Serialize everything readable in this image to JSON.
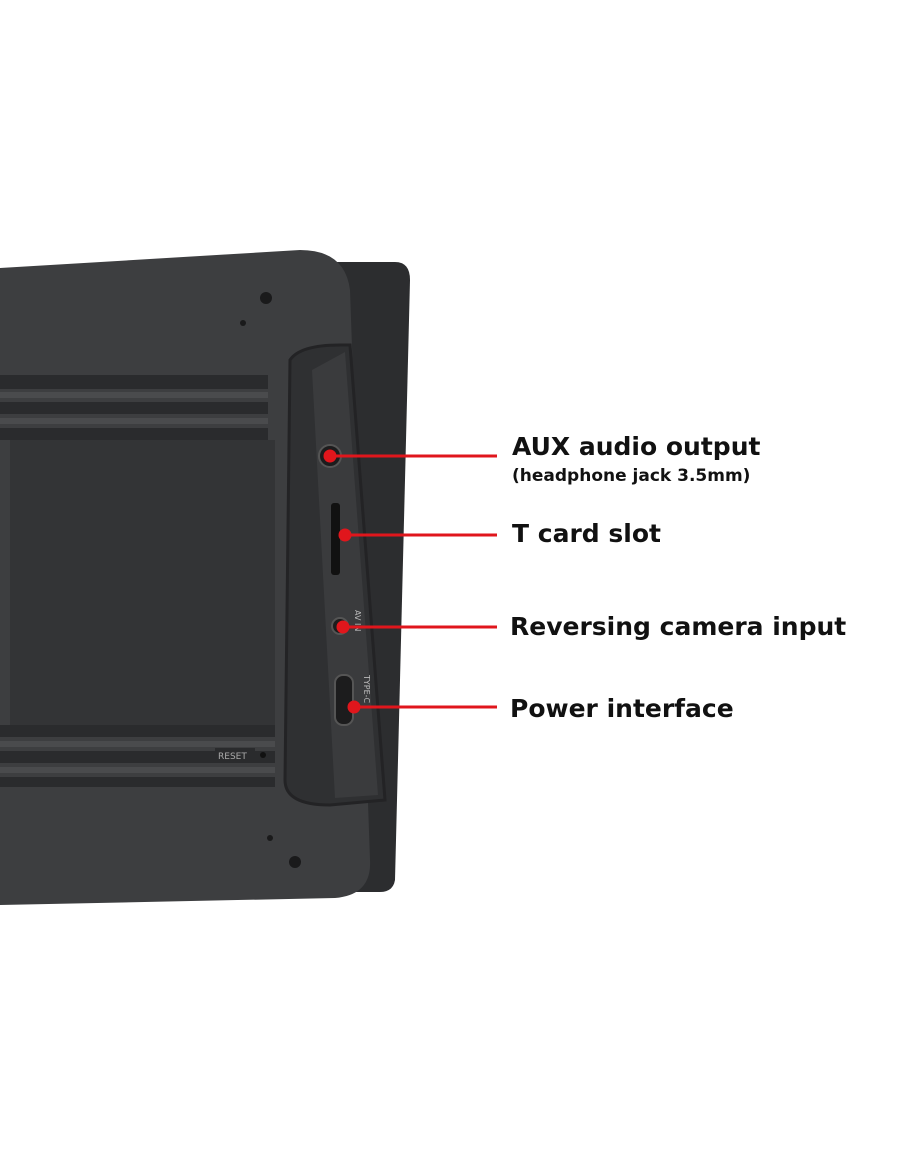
{
  "callouts": [
    {
      "title": "AUX audio output",
      "subtitle": "(headphone jack 3.5mm)"
    },
    {
      "title": "T card slot"
    },
    {
      "title": "Reversing camera input"
    },
    {
      "title": "Power interface"
    }
  ],
  "device_labels": {
    "av_in": "AV IN",
    "type_c": "TYPE-C",
    "reset": "RESET"
  },
  "colors": {
    "callout": "#e0161c",
    "device": "#3a3b3d",
    "background": "#ffffff"
  }
}
